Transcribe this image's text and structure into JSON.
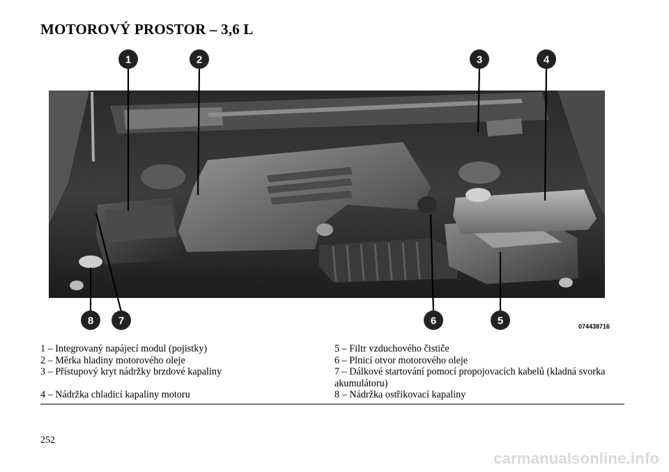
{
  "title": "MOTOROVÝ PROSTOR – 3,6 L",
  "figure": {
    "image_code": "074438716",
    "callouts": [
      "1",
      "2",
      "3",
      "4",
      "5",
      "6",
      "7",
      "8"
    ]
  },
  "legend": {
    "left": [
      "1 – Integrovaný napájecí modul (pojistky)",
      "2 – Měrka hladiny motorového oleje",
      "3 – Přístupový kryt nádržky brzdové kapaliny",
      "4 – Nádržka chladicí kapaliny motoru"
    ],
    "right": [
      "5 – Filtr vzduchového čističe",
      "6 – Plnicí otvor motorového oleje",
      "7 – Dálkové startování pomocí propojovacích kabelů (kladná svorka akumulátoru)",
      "8 – Nádržka ostřikovací kapaliny"
    ]
  },
  "page_number": "252",
  "watermark": "carmanualsonline.info"
}
